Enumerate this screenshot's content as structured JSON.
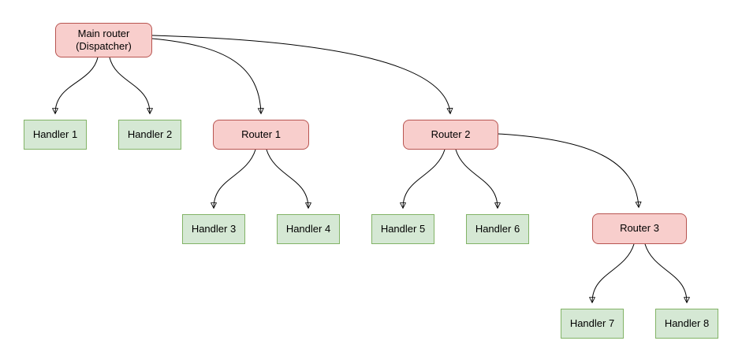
{
  "diagram": {
    "type": "tree",
    "colors": {
      "router_fill": "#f8cecc",
      "router_border": "#b85450",
      "handler_fill": "#d5e8d4",
      "handler_border": "#82b366",
      "edge": "#000000",
      "background": "#ffffff",
      "text": "#000000"
    },
    "nodes": {
      "main": {
        "label": "Main router\n(Dispatcher)",
        "kind": "router"
      },
      "handler1": {
        "label": "Handler 1",
        "kind": "handler"
      },
      "handler2": {
        "label": "Handler 2",
        "kind": "handler"
      },
      "router1": {
        "label": "Router 1",
        "kind": "router"
      },
      "router2": {
        "label": "Router 2",
        "kind": "router"
      },
      "handler3": {
        "label": "Handler 3",
        "kind": "handler"
      },
      "handler4": {
        "label": "Handler 4",
        "kind": "handler"
      },
      "handler5": {
        "label": "Handler 5",
        "kind": "handler"
      },
      "handler6": {
        "label": "Handler 6",
        "kind": "handler"
      },
      "router3": {
        "label": "Router 3",
        "kind": "router"
      },
      "handler7": {
        "label": "Handler 7",
        "kind": "handler"
      },
      "handler8": {
        "label": "Handler 8",
        "kind": "handler"
      }
    },
    "edges": [
      {
        "from": "main",
        "to": "handler1"
      },
      {
        "from": "main",
        "to": "handler2"
      },
      {
        "from": "main",
        "to": "router1"
      },
      {
        "from": "main",
        "to": "router2"
      },
      {
        "from": "router1",
        "to": "handler3"
      },
      {
        "from": "router1",
        "to": "handler4"
      },
      {
        "from": "router2",
        "to": "handler5"
      },
      {
        "from": "router2",
        "to": "handler6"
      },
      {
        "from": "router2",
        "to": "router3"
      },
      {
        "from": "router3",
        "to": "handler7"
      },
      {
        "from": "router3",
        "to": "handler8"
      }
    ]
  }
}
